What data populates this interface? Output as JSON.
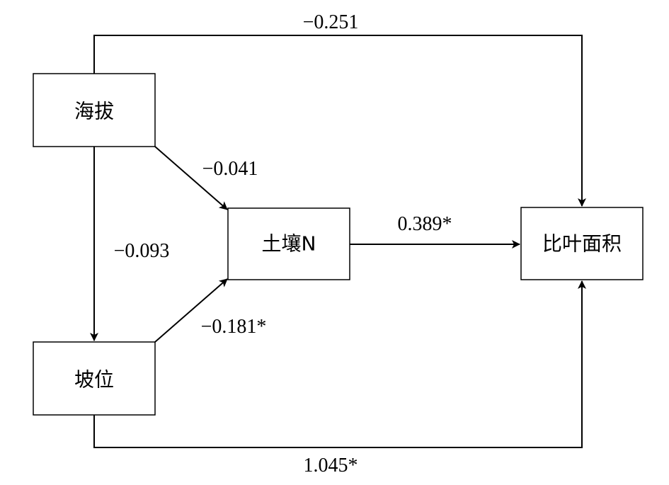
{
  "nodes": {
    "altitude": "海拔",
    "slope_position": "坡位",
    "soil_n": "土壤N",
    "sla": "比叶面积"
  },
  "paths": {
    "altitude_to_sla": "−0.251",
    "altitude_to_soil_n": "−0.041",
    "altitude_to_slope_position": "−0.093",
    "slope_position_to_soil_n": "−0.181*",
    "soil_n_to_sla": "0.389*",
    "slope_position_to_sla": "1.045*"
  }
}
